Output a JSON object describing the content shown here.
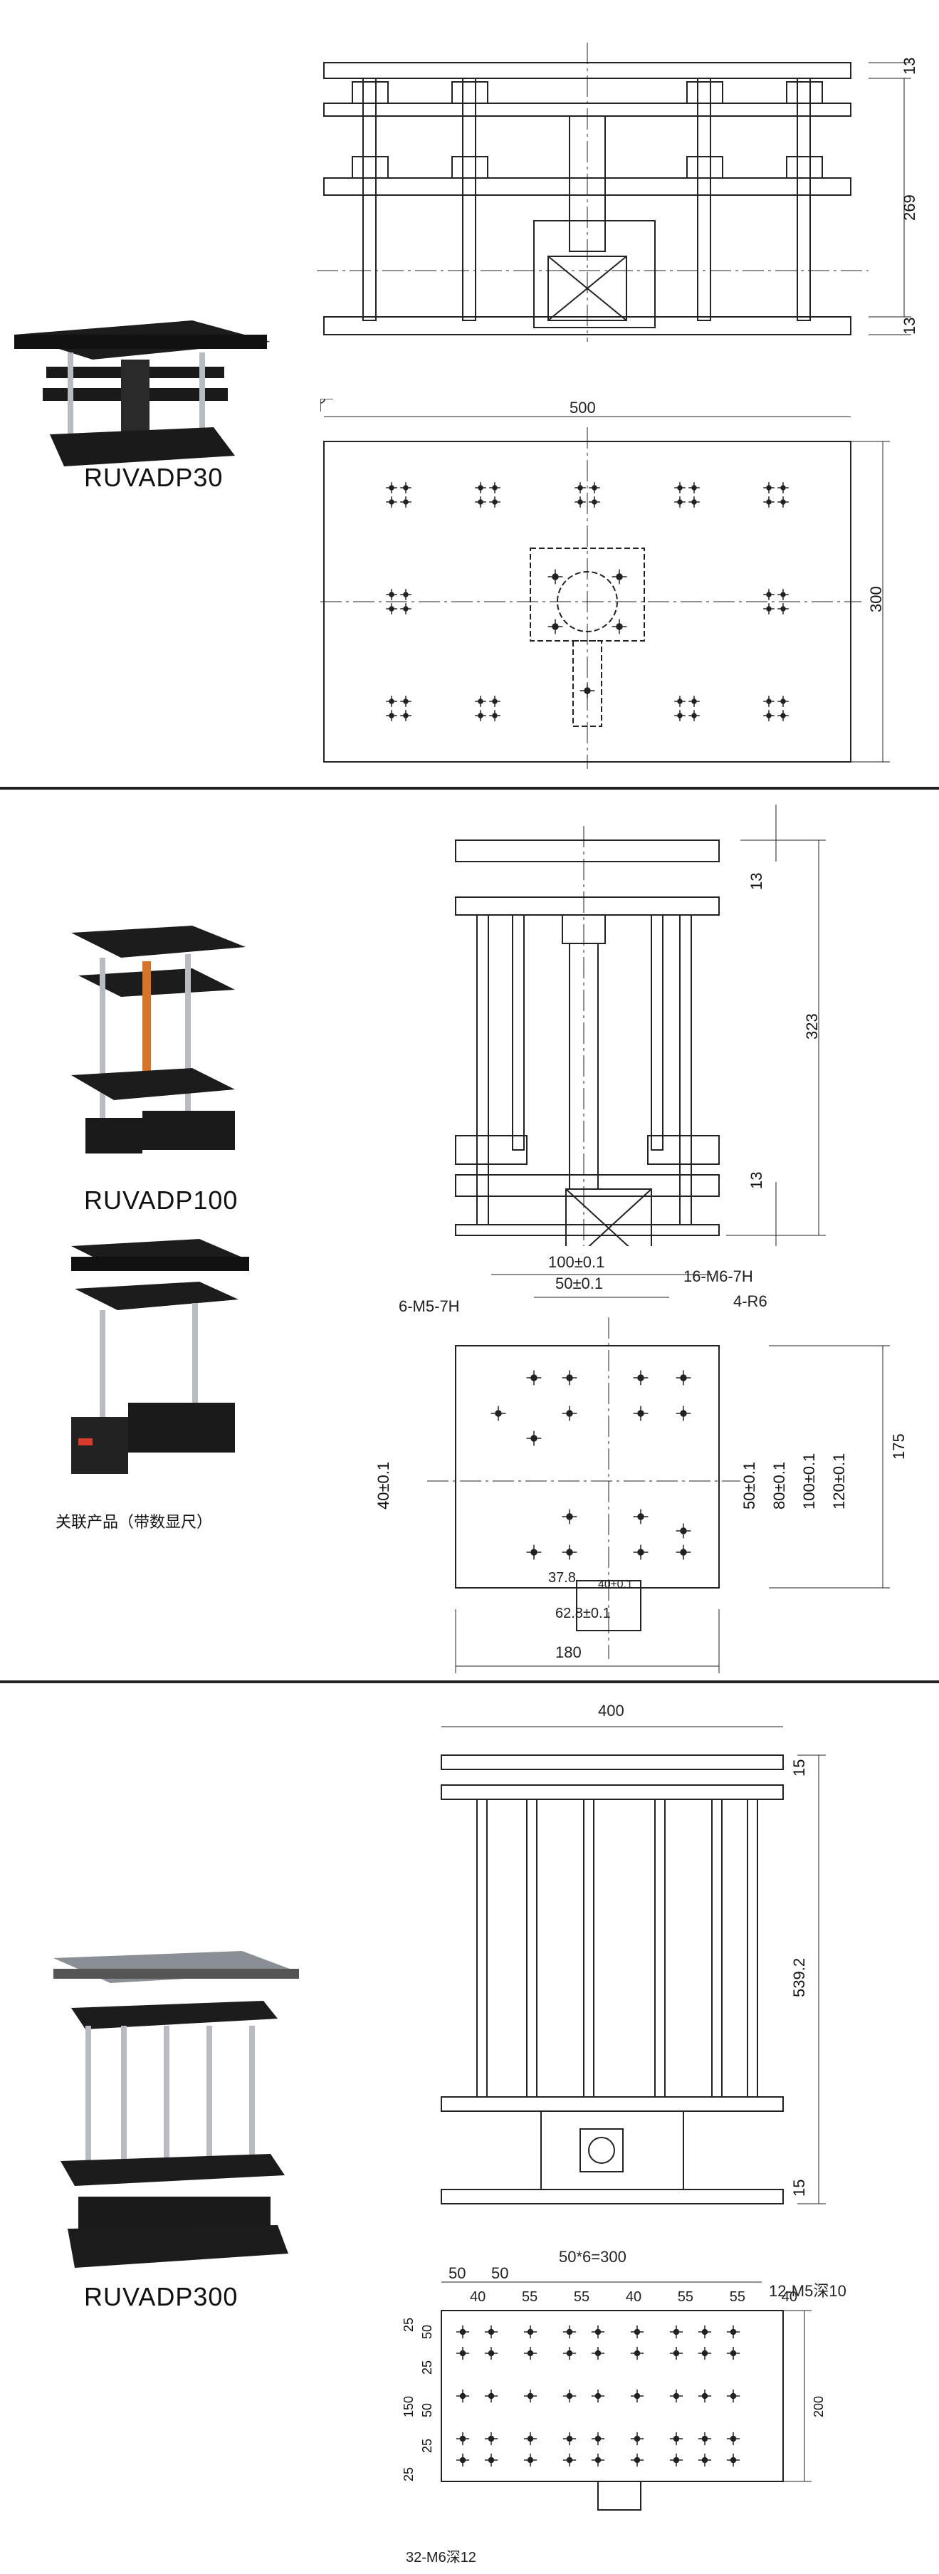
{
  "products": [
    {
      "model": "RUVADP30",
      "side_dims": {
        "top": "13",
        "height": "269",
        "bottom": "13"
      },
      "plan_dims": {
        "width": "500",
        "depth": "300"
      }
    },
    {
      "model": "RUVADP100",
      "related_note": "关联产品（带数显尺）",
      "side_dims": {
        "top": "13",
        "height": "323",
        "bottom": "13"
      },
      "plan_dims": {
        "hole_a": "100±0.1",
        "hole_b": "50±0.1",
        "thread_a": "16-M6-7H",
        "radius": "4-R6",
        "thread_b": "6-M5-7H",
        "left_y": "40±0.1",
        "r1": "50±0.1",
        "r2": "80±0.1",
        "r3": "100±0.1",
        "r4": "120±0.1",
        "depth": "175",
        "bx1": "37.8",
        "bx2": "40±0.1",
        "bx3": "62.8±0.1",
        "width": "180"
      }
    },
    {
      "model": "RUVADP300",
      "side_dims": {
        "width": "400",
        "top": "15",
        "height": "539.2",
        "bottom": "15"
      },
      "plan_dims": {
        "pitch": "50*6=300",
        "p50a": "50",
        "p50b": "50",
        "row": [
          "40",
          "55",
          "55",
          "40",
          "55",
          "55",
          "40"
        ],
        "thread_top": "12-M5深10",
        "v25a": "25",
        "v50a": "50",
        "v25b": "25",
        "v150": "150",
        "v50b": "50",
        "v25c": "25",
        "v25d": "25",
        "depth": "200",
        "thread_bottom": "32-M6深12"
      }
    }
  ],
  "colors": {
    "line": "#222222",
    "plate": "#1c1c1c",
    "rod": "#b8bcc2"
  }
}
